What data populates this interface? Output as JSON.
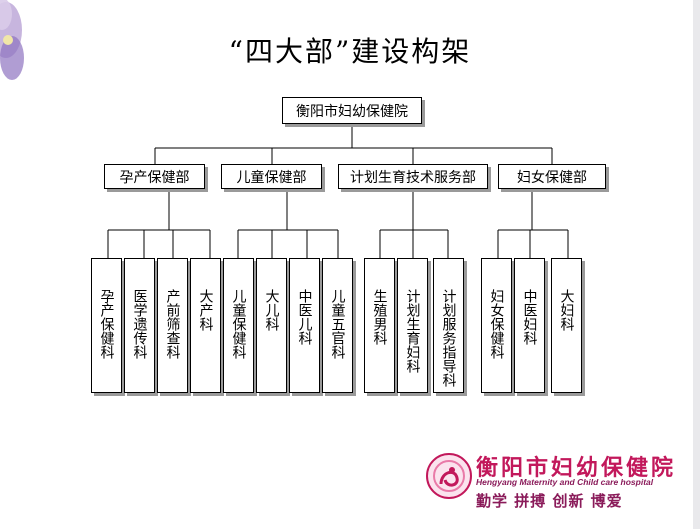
{
  "title": "“四大部”建设构架",
  "root": "衡阳市妇幼保健院",
  "departments": [
    {
      "label": "孕产保健部",
      "units": [
        "孕产保健科",
        "医学遗传科",
        "产前筛查科",
        "大产科"
      ]
    },
    {
      "label": "儿童保健部",
      "units": [
        "儿童保健科",
        "大儿科",
        "中医儿科",
        "儿童五官科"
      ]
    },
    {
      "label": "计划生育技术服务部",
      "units": [
        "生殖男科",
        "计划生育妇科",
        "计划服务指导科"
      ]
    },
    {
      "label": "妇女保健部",
      "units": [
        "妇女保健科",
        "中医妇科",
        "大妇科"
      ]
    }
  ],
  "logo": {
    "name_cn": "衡阳市妇幼保健院",
    "name_en": "Hengyang Maternity and Child care hospital",
    "motto": "勤学  拼搏  创新  博爱",
    "accent_color": "#c2185b"
  }
}
